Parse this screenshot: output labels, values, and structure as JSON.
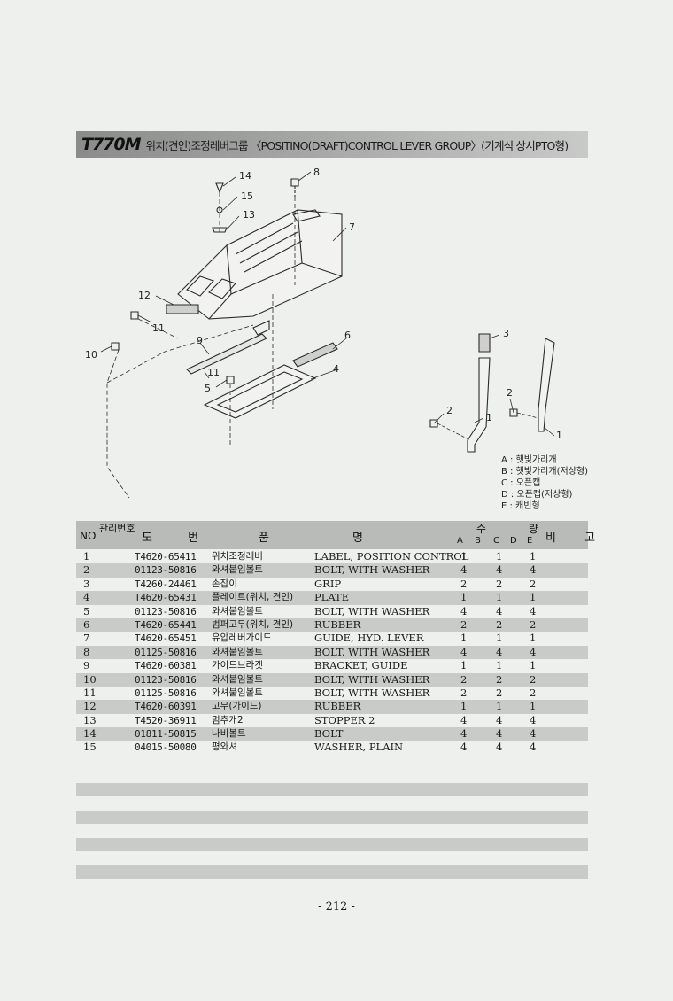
{
  "header": {
    "model": "T770M",
    "title": "위치(견인)조정레버그룹 〈POSITINO(DRAFT)CONTROL LEVER GROUP〉(기계식 상시PTO형)"
  },
  "diagram": {
    "callouts": [
      "14",
      "15",
      "13",
      "8",
      "7",
      "12",
      "11",
      "10",
      "9",
      "6",
      "4",
      "11",
      "5",
      "3",
      "2",
      "1",
      "2",
      "1"
    ],
    "legend": [
      "A : 햇빛가리개",
      "B : 햇빛가리개(저상형)",
      "C : 오픈캡",
      "D : 오픈캡(저상형)",
      "E : 캐빈형"
    ]
  },
  "table": {
    "headers": {
      "no": "NO",
      "mgmt": "관리번호",
      "drawing": "도 번",
      "item": "품",
      "name": "명",
      "qty": "수 량",
      "qty_cols": [
        "A",
        "B",
        "C",
        "D",
        "E"
      ],
      "remark": "비 고"
    },
    "rows": [
      {
        "no": "1",
        "part": "T4620-65411",
        "kor": "위치조정레버",
        "eng": "LABEL, POSITION CONTROL",
        "a": "1",
        "c": "1",
        "e": "1"
      },
      {
        "no": "2",
        "part": "01123-50816",
        "kor": "와셔붙임볼트",
        "eng": "BOLT, WITH WASHER",
        "a": "4",
        "c": "4",
        "e": "4"
      },
      {
        "no": "3",
        "part": "T4260-24461",
        "kor": "손잡이",
        "eng": "GRIP",
        "a": "2",
        "c": "2",
        "e": "2"
      },
      {
        "no": "4",
        "part": "T4620-65431",
        "kor": "플레이트(위치, 견인)",
        "eng": "PLATE",
        "a": "1",
        "c": "1",
        "e": "1"
      },
      {
        "no": "5",
        "part": "01123-50816",
        "kor": "와셔붙임볼트",
        "eng": "BOLT, WITH WASHER",
        "a": "4",
        "c": "4",
        "e": "4"
      },
      {
        "no": "6",
        "part": "T4620-65441",
        "kor": "범퍼고무(위치, 견인)",
        "eng": "RUBBER",
        "a": "2",
        "c": "2",
        "e": "2"
      },
      {
        "no": "7",
        "part": "T4620-65451",
        "kor": "유압레버가이드",
        "eng": "GUIDE, HYD. LEVER",
        "a": "1",
        "c": "1",
        "e": "1"
      },
      {
        "no": "8",
        "part": "01125-50816",
        "kor": "와셔붙임볼트",
        "eng": "BOLT, WITH WASHER",
        "a": "4",
        "c": "4",
        "e": "4"
      },
      {
        "no": "9",
        "part": "T4620-60381",
        "kor": "가이드브라켓",
        "eng": "BRACKET, GUIDE",
        "a": "1",
        "c": "1",
        "e": "1"
      },
      {
        "no": "10",
        "part": "01123-50816",
        "kor": "와셔붙임볼트",
        "eng": "BOLT, WITH WASHER",
        "a": "2",
        "c": "2",
        "e": "2"
      },
      {
        "no": "11",
        "part": "01125-50816",
        "kor": "와셔붙임볼트",
        "eng": "BOLT, WITH WASHER",
        "a": "2",
        "c": "2",
        "e": "2"
      },
      {
        "no": "12",
        "part": "T4620-60391",
        "kor": "고무(가이드)",
        "eng": "RUBBER",
        "a": "1",
        "c": "1",
        "e": "1"
      },
      {
        "no": "13",
        "part": "T4520-36911",
        "kor": "멈추개2",
        "eng": "STOPPER 2",
        "a": "4",
        "c": "4",
        "e": "4"
      },
      {
        "no": "14",
        "part": "01811-50815",
        "kor": "나비볼트",
        "eng": "BOLT",
        "a": "4",
        "c": "4",
        "e": "4"
      },
      {
        "no": "15",
        "part": "04015-50080",
        "kor": "평와셔",
        "eng": "WASHER, PLAIN",
        "a": "4",
        "c": "4",
        "e": "4"
      }
    ]
  },
  "footer": {
    "page_number": "- 212 -"
  }
}
